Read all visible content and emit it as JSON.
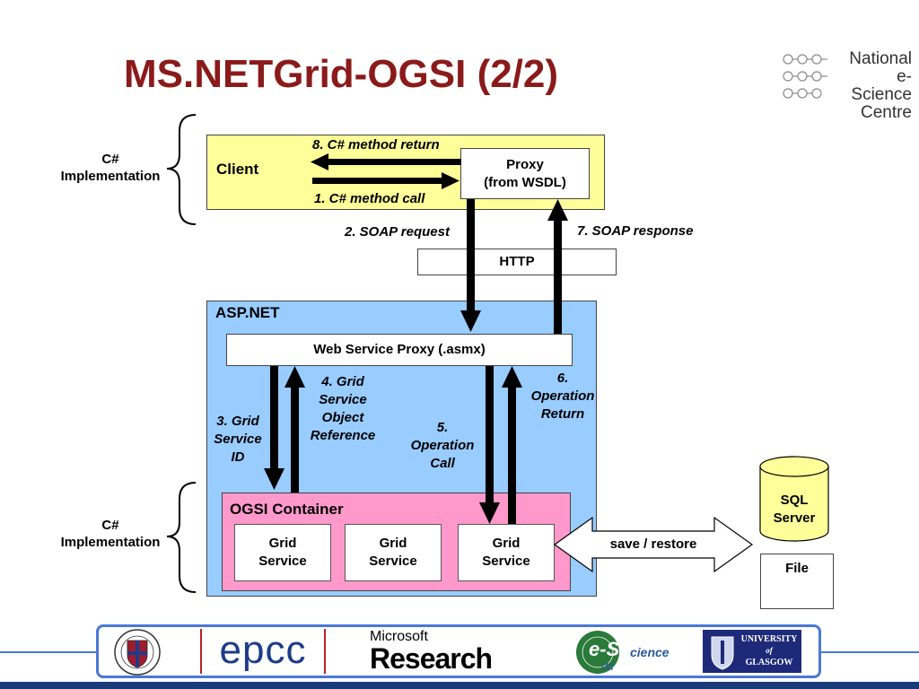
{
  "title": "MS.NETGrid-OGSI (2/2)",
  "logo_nesc": {
    "line1": "National",
    "line2": "e-Science",
    "line3": "Centre"
  },
  "left_labels": {
    "top": {
      "line1": "C#",
      "line2": "Implementation"
    },
    "bottom": {
      "line1": "C#",
      "line2": "Implementation"
    }
  },
  "client": {
    "label": "Client",
    "proxy_line1": "Proxy",
    "proxy_line2": "(from WSDL)",
    "arrow_return": "8. C# method return",
    "arrow_call": "1. C# method call"
  },
  "http": {
    "label": "HTTP",
    "soap_request": "2. SOAP request",
    "soap_response": "7. SOAP response"
  },
  "aspnet": {
    "label": "ASP.NET",
    "web_service_proxy": "Web Service Proxy (.asmx)",
    "step3": [
      "3. Grid",
      "Service",
      "ID"
    ],
    "step4": [
      "4. Grid",
      "Service",
      "Object",
      "Reference"
    ],
    "step5": [
      "5.",
      "Operation",
      "Call"
    ],
    "step6": [
      "6.",
      "Operation",
      "Return"
    ]
  },
  "ogsi": {
    "label": "OGSI Container",
    "grid_services": [
      {
        "line1": "Grid",
        "line2": "Service"
      },
      {
        "line1": "Grid",
        "line2": "Service"
      },
      {
        "line1": "Grid",
        "line2": "Service"
      }
    ]
  },
  "storage": {
    "save_restore": "save / restore",
    "sql_line1": "SQL",
    "sql_line2": "Server",
    "file": "File"
  },
  "footer_logos": {
    "epcc": "epcc",
    "microsoft": "Microsoft",
    "research": "Research",
    "escience_e": "e-S",
    "escience_rest": "cience",
    "escience_dti": "dti",
    "glasgow_line1": "UNIVERSITY",
    "glasgow_line2": "of",
    "glasgow_line3": "GLASGOW"
  },
  "colors": {
    "title": "#8b1a1a",
    "client_fill": "#ffff99",
    "aspnet_fill": "#99ccff",
    "ogsi_fill": "#ff99cc",
    "footer_border": "#4a78d6",
    "bottom_band": "#1a3a7a"
  }
}
